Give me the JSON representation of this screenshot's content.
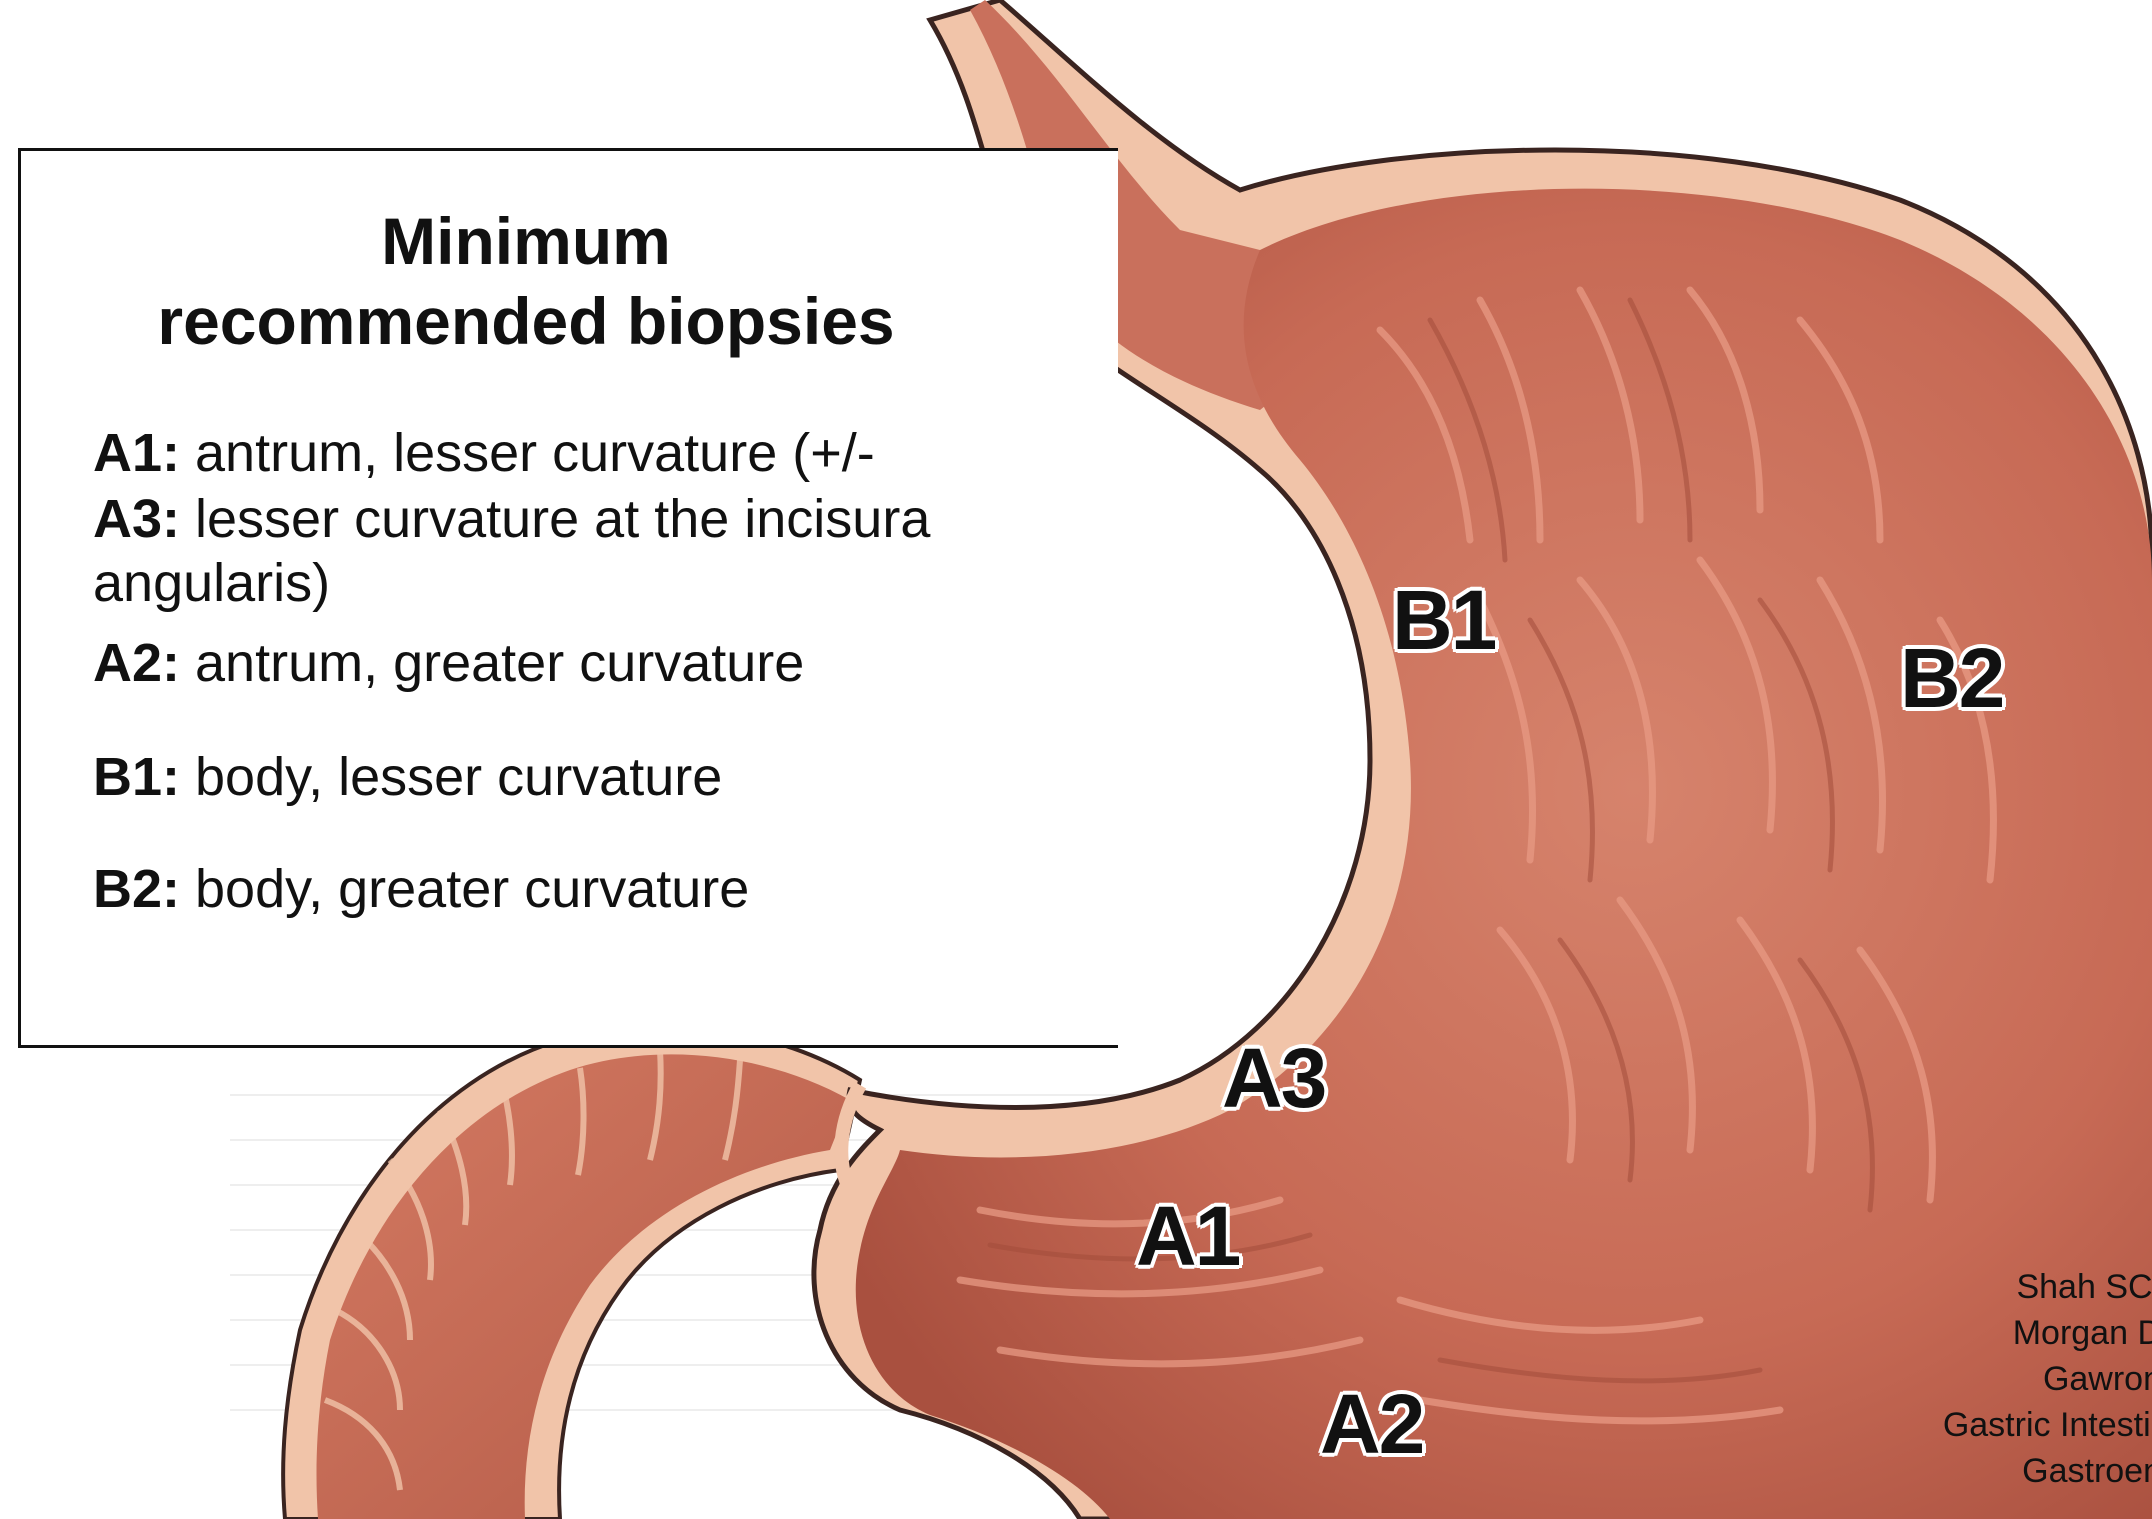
{
  "box": {
    "title_line1": "Minimum",
    "title_line2": "recommended biopsies",
    "items": [
      {
        "key": "A1:",
        "text": " antrum, lesser curvature (+/-"
      },
      {
        "key": "A3:",
        "text": " lesser curvature at the incisura"
      },
      {
        "key": "",
        "text": "angularis)"
      },
      {
        "key": "A2:",
        "text": " antrum, greater curvature"
      },
      {
        "key": "B1:",
        "text": " body, lesser curvature"
      },
      {
        "key": "B2:",
        "text": " body, greater curvature"
      }
    ]
  },
  "labels": {
    "b1": "B1",
    "b2": "B2",
    "a3": "A3",
    "a1": "A1",
    "a2": "A2"
  },
  "citation": {
    "line1": "Shah SC,",
    "line2": "Morgan D",
    "line3": "Gawron",
    "line4": "Gastric Intestir",
    "line5": "Gastroen"
  },
  "colors": {
    "stomach_fill": "#c9705c",
    "stomach_dark": "#a8503e",
    "serosa": "#f0c2a8",
    "outline": "#3a2420"
  }
}
